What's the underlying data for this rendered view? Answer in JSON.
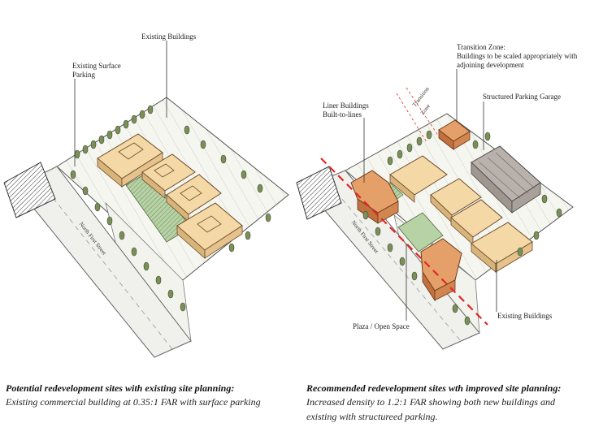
{
  "left": {
    "labels": {
      "existing_buildings": "Existing Buildings",
      "surface_parking_l1": "Existing Surface",
      "surface_parking_l2": "Parking",
      "street": "North First Street"
    },
    "caption": {
      "title": "Potential redevelopment sites with existing site planning:",
      "body": "Existing commercial building at 0.35:1 FAR with surface parking"
    }
  },
  "right": {
    "labels": {
      "transition_title": "Transition Zone:",
      "transition_l2": "Buildings to be scaled appropriately with",
      "transition_l3": "adjoining development",
      "structured_parking": "Structured Parking Garage",
      "liner_l1": "Liner Buildings",
      "liner_l2": "Built-to-lines",
      "transition_zone_l1": "Transition",
      "transition_zone_l2": "Zone",
      "street": "North First Street",
      "plaza": "Plaza / Open Space",
      "existing_buildings": "Existing Buildings"
    },
    "caption": {
      "title": "Recommended redevelopment sites wth improved site planning:",
      "body_l1": "Increased density to 1.2:1 FAR showing both new buildings and",
      "body_l2": "existing with structureed parking."
    }
  },
  "colors": {
    "tan_building": "#f4d9a6",
    "tan_shadow": "#d9b47a",
    "orange_building": "#e5a06a",
    "orange_shadow": "#c2703e",
    "gray_garage": "#b9b2ac",
    "green_open": "#b7d3a6",
    "tree": "#7b8f5a",
    "transition_line": "#e02828"
  }
}
